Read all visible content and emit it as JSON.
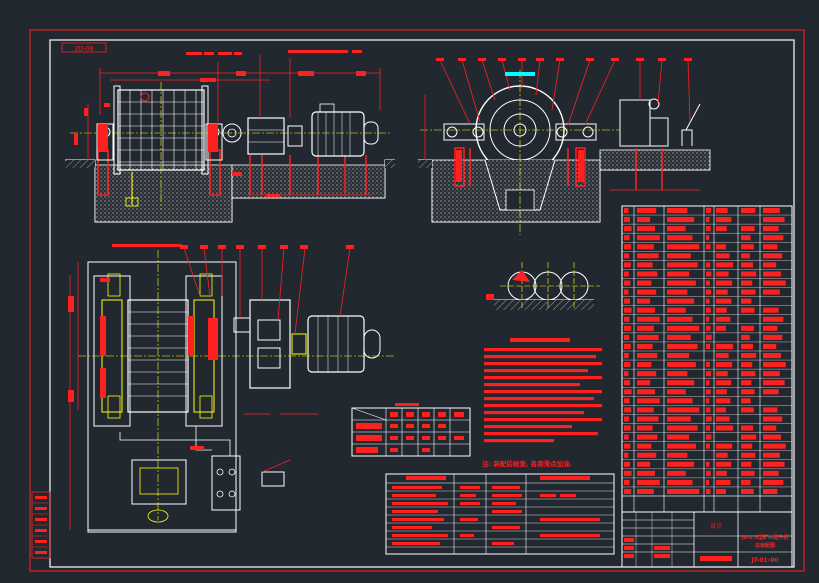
{
  "drawing": {
    "tag_label": "ZD-08",
    "note_text": "注: 装配后检查, 各润滑点加油.",
    "title_row_1": "",
    "title_row_2": "JK-2.5型矿井提升机",
    "title_row_3": "总装配图",
    "drawing_code": "JT-01-00",
    "block_label": "设计"
  },
  "colors": {
    "background": "#212830",
    "linework": "#ffffff",
    "dimension": "#ff1a1a",
    "centerline": "#ffff00",
    "hatch": "#c8c8c8",
    "accent_cyan": "#00ffff"
  }
}
